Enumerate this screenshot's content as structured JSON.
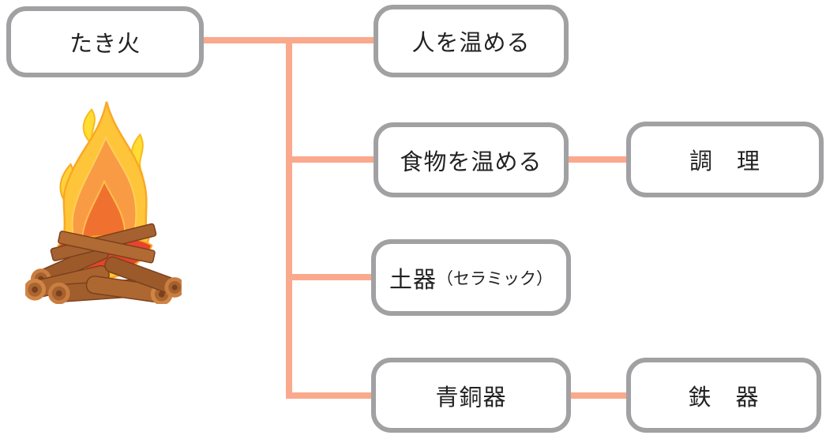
{
  "diagram": {
    "title_node": "たき火",
    "nodes": {
      "takibi": "たき火",
      "hito": "人を温める",
      "shokumotsu": "食物を温める",
      "chouri": "調　理",
      "doki_main": "土器",
      "doki_sub": "（セラミック）",
      "seidouki": "青銅器",
      "tekki": "鉄　器"
    },
    "image": {
      "icon": "campfire-icon"
    },
    "colors": {
      "connector": "#FAA98D",
      "node_border": "#A1A1A3",
      "node_fill": "#FFFFFF",
      "text": "#222222"
    }
  }
}
